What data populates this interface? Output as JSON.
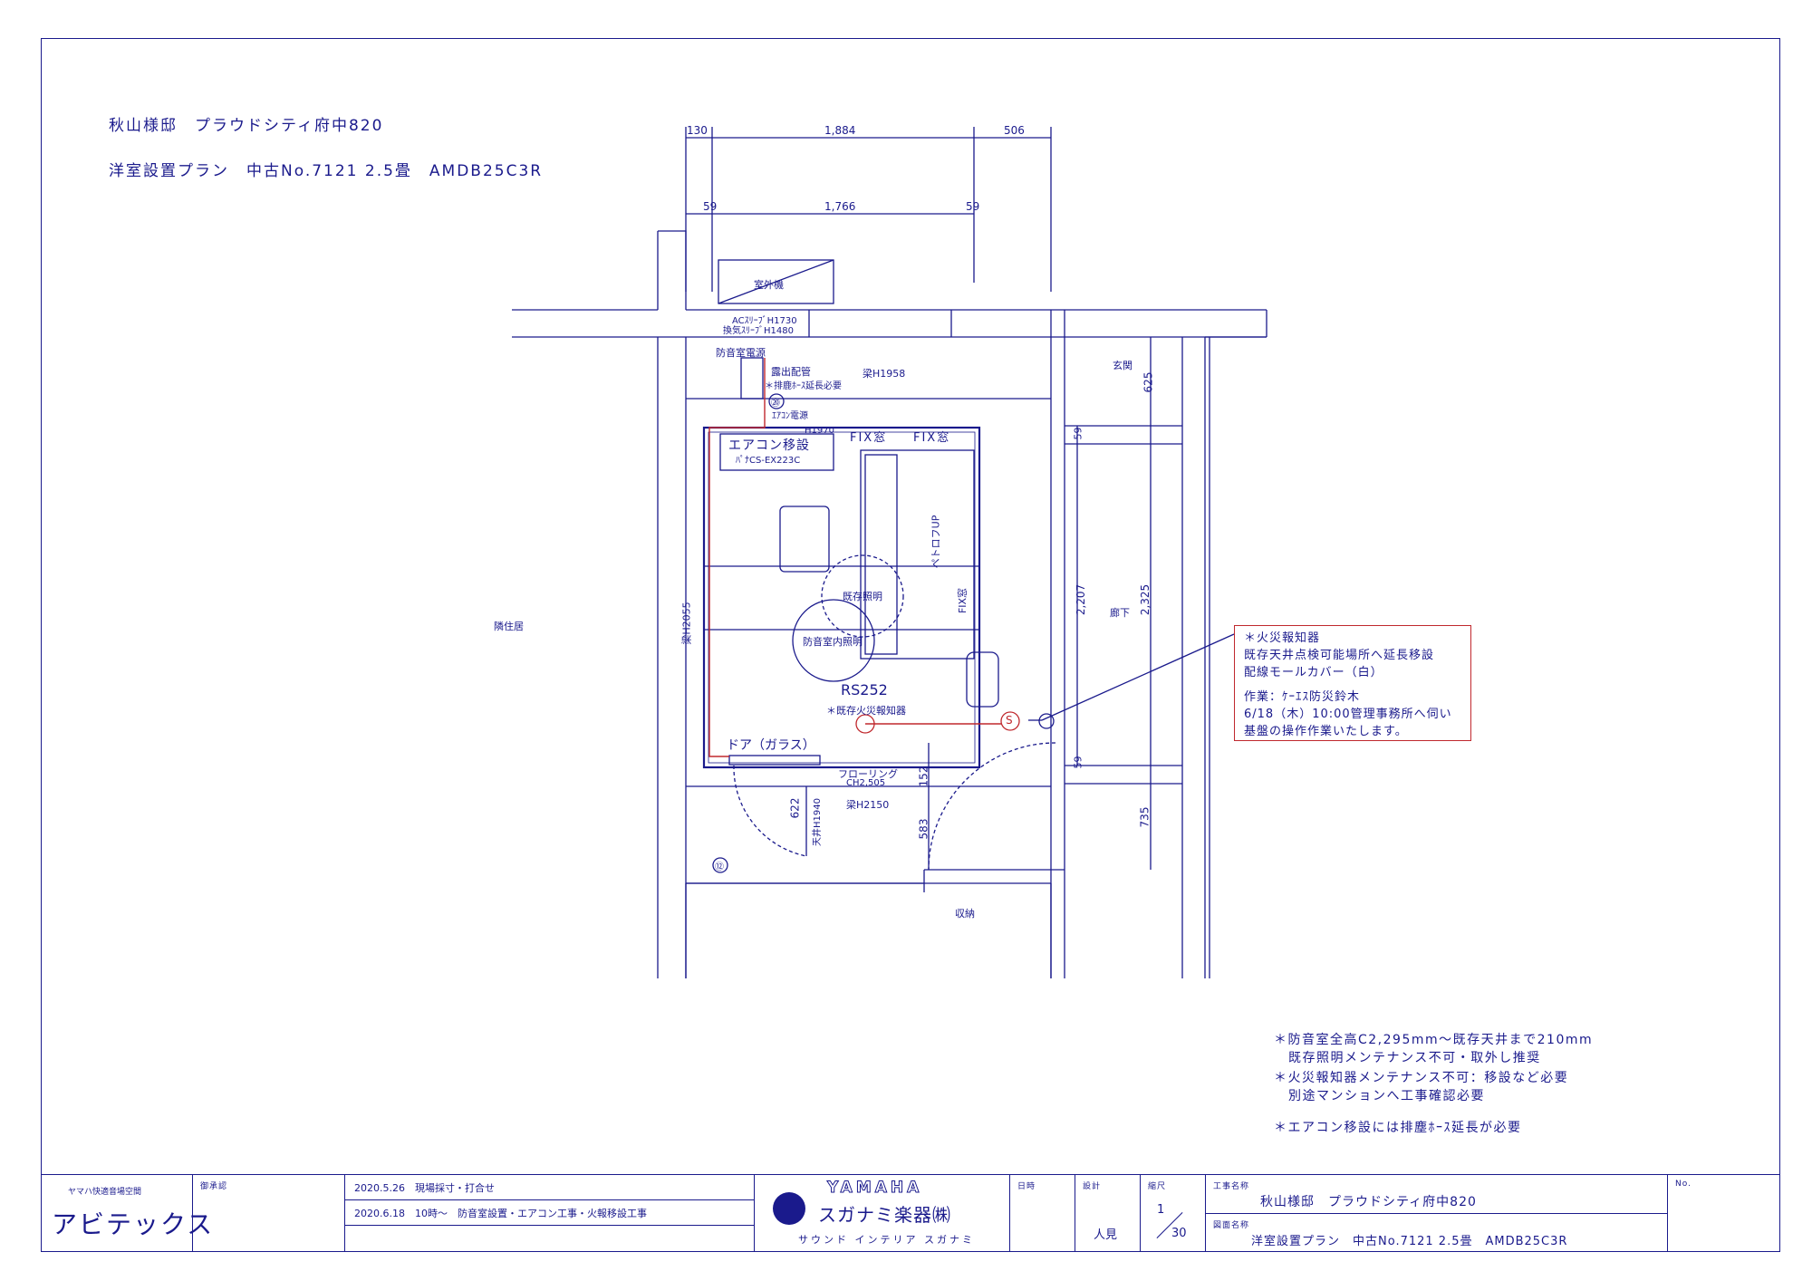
{
  "header": {
    "client": "秋山様邸　プラウドシティ府中820",
    "plan": "洋室設置プラン　中古No.7121 2.5畳　AMDB25C3R"
  },
  "dimensions": {
    "top1": [
      "130",
      "1,884",
      "506"
    ],
    "top2": [
      "59",
      "1,766",
      "59"
    ],
    "right": [
      "625",
      "59",
      "2,207",
      "2,325",
      "59",
      "735"
    ],
    "bottom": [
      "152",
      "583",
      "622"
    ]
  },
  "labels": {
    "outdoor_unit": "室外機",
    "ac_sleeve": "ACｽﾘｰﾌﾞH1730",
    "vent_sleeve": "換気ｽﾘｰﾌﾞH1480",
    "soundproof_power": "防音室電源",
    "exposed_pipe": "露出配管",
    "drain_hose": "＊排鹿ﾎｰｽ延長必要",
    "beam_h1958": "梁H1958",
    "ac_power": "ｴｱｺﾝ電源",
    "h1970": "H1970",
    "fix_window_1": "FIX窓",
    "fix_window_2": "FIX窓",
    "ac_move": "エアコン移設",
    "ac_model": "ﾊﾟﾅCS-EX223C",
    "petrof": "ペトロフUP",
    "fix_window_side": "FIX窓",
    "existing_light": "既存照明",
    "room_light": "防音室内照明",
    "beam_h2055": "梁H2055",
    "rs252": "RS252",
    "existing_detector": "＊既存火災報知器",
    "door_glass": "ドア（ガラス）",
    "flooring": "フローリング",
    "ch": "CH2,505",
    "beam_h2150": "梁H2150",
    "ceiling_h1940": "天井H1940",
    "neighbor": "隣住居",
    "entrance": "玄関",
    "corridor": "廊下",
    "storage": "収納",
    "circle_12": "⑫",
    "circle_30": "⑳",
    "circle_s": "S"
  },
  "callout": {
    "line1": "＊火災報知器",
    "line2": "既存天井点検可能場所へ延長移設",
    "line3": "配線モールカバー（白）",
    "line4": "作業：ｹｰｴｽ防災鈴木",
    "line5": "6/18（木）10:00管理事務所へ伺い",
    "line6": "基盤の操作作業いたします。"
  },
  "notes": {
    "n1a": "＊防音室全高C2,295mm～既存天井まで210mm",
    "n1b": "既存照明メンテナンス不可・取外し推奨",
    "n2a": "＊火災報知器メンテナンス不可：移設など必要",
    "n2b": "別途マンションへ工事確認必要",
    "n3": "＊エアコン移設には排塵ﾎｰｽ延長が必要"
  },
  "titleblock": {
    "company_small": "ヤマハ快適音場空間",
    "company": "アビテックス",
    "approval": "御承認",
    "date1": "2020.5.26　現場採寸・打合せ",
    "date2": "2020.6.18　10時～　防音室設置・エアコン工事・火報移設工事",
    "brand": "YAMAHA",
    "dealer": "スガナミ楽器㈱",
    "dealer_sub": "サウンド インテリア スガナミ",
    "date_label": "日時",
    "design_label": "設計",
    "designer": "人見",
    "scale_label": "縮尺",
    "scale_num": "1",
    "scale_den": "30",
    "project_label": "工事名称",
    "project": "秋山様邸　プラウドシティ府中820",
    "drawing_label": "図面名称",
    "drawing": "洋室設置プラン　中古No.7121 2.5畳　AMDB25C3R",
    "no_label": "No."
  },
  "colors": {
    "line": "#1a1a8c",
    "accent": "#c0282d"
  }
}
